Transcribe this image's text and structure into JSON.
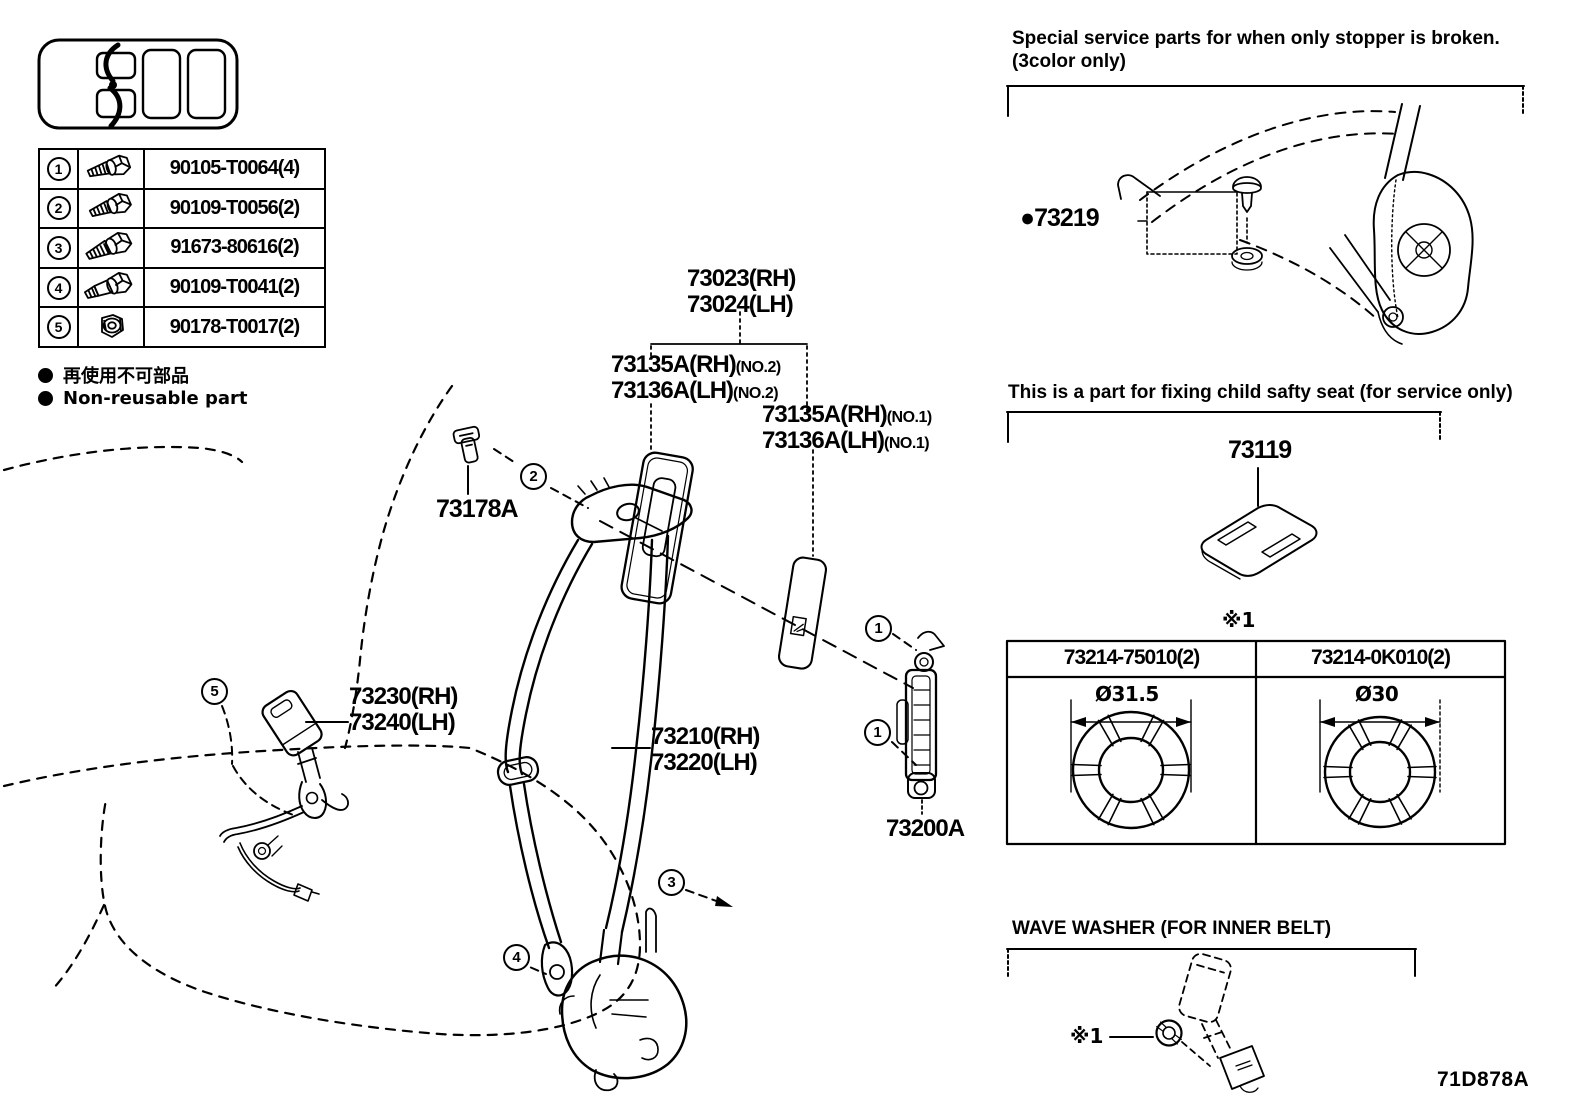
{
  "page": {
    "drawing_code": "71D878A"
  },
  "glyphs": {
    "bullet": "●"
  },
  "legend": {
    "jp": "再使用不可部品",
    "en": "Non-reusable part"
  },
  "fasteners": {
    "rows": [
      {
        "num": "1",
        "part": "90105-T0064(4)"
      },
      {
        "num": "2",
        "part": "90109-T0056(2)"
      },
      {
        "num": "3",
        "part": "91673-80616(2)"
      },
      {
        "num": "4",
        "part": "90109-T0041(2)"
      },
      {
        "num": "5",
        "part": "90178-T0017(2)"
      }
    ]
  },
  "callouts": {
    "n1": "1",
    "n2": "2",
    "n3": "3",
    "n4": "4",
    "n5": "5"
  },
  "labels": {
    "belt_assy_rh": "73023(RH)",
    "belt_assy_lh": "73024(LH)",
    "cover_rh": "73135A(RH)",
    "cover_lh": "73136A(LH)",
    "cover_no2_note": "(NO.2)",
    "cover_no1_note": "(NO.1)",
    "clip": "73178A",
    "buckle_rh": "73230(RH)",
    "buckle_lh": "73240(LH)",
    "outer_belt_rh": "73210(RH)",
    "outer_belt_lh": "73220(LH)",
    "adjuster": "73200A"
  },
  "special_section": {
    "title_line1": "Special service parts for when only stopper is broken.",
    "title_line2": "(3color only)",
    "part": "73219"
  },
  "child_seat_section": {
    "title": "This is a part for fixing child safty seat (for service only)",
    "part": "73119"
  },
  "washer_table": {
    "ref": "※1",
    "columns": [
      {
        "part": "73214-75010(2)",
        "dia": "Ø31.5"
      },
      {
        "part": "73214-0K010(2)",
        "dia": "Ø30"
      }
    ]
  },
  "wave_washer_section": {
    "title": "WAVE WASHER (FOR INNER BELT)",
    "ref": "※1"
  }
}
